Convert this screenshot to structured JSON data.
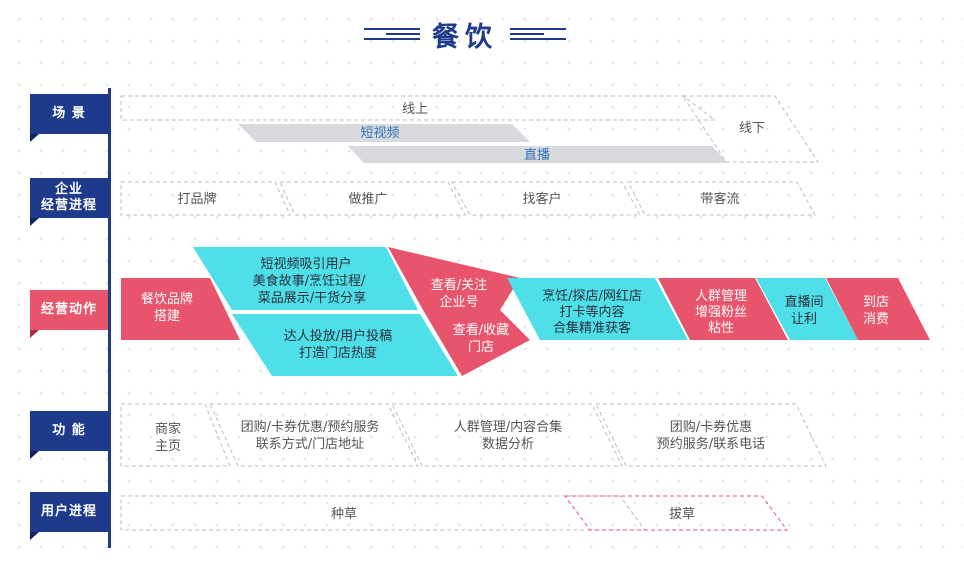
{
  "title": "餐饮",
  "rows": {
    "scene": "场 景",
    "process": "企业\n经营进程",
    "actions": "经营动作",
    "features": "功 能",
    "user": "用户进程"
  },
  "scene": {
    "online": "线上",
    "offline": "线下",
    "short_video": "短视频",
    "live": "直播"
  },
  "process_steps": [
    "打品牌",
    "做推广",
    "找客户",
    "带客流"
  ],
  "actions": {
    "brand": [
      "餐饮品牌",
      "搭建"
    ],
    "short_video_top": [
      "短视频吸引用户",
      "美食故事/烹饪过程/",
      "菜品展示/干货分享"
    ],
    "short_video_bottom": [
      "达人投放/用户投稿",
      "打造门店热度"
    ],
    "view_top": [
      "查看/关注",
      "企业号"
    ],
    "view_bottom": [
      "查看/收藏",
      "门店"
    ],
    "content": [
      "烹饪/探店/网红店",
      "打卡等内容",
      "合集精准获客"
    ],
    "crowd": [
      "人群管理",
      "增强粉丝",
      "粘性"
    ],
    "live_deal": [
      "直播间",
      "让利"
    ],
    "store": [
      "到店",
      "消费"
    ]
  },
  "features": {
    "home": [
      "商家",
      "主页"
    ],
    "f1": [
      "团购/卡券优惠/预约服务",
      "联系方式/门店地址"
    ],
    "f2": [
      "人群管理/内容合集",
      "数据分析"
    ],
    "f3": [
      "团购/卡券优惠",
      "预约服务/联系电话"
    ]
  },
  "user_process": {
    "seed": "种草",
    "pull": "拔草"
  },
  "colors": {
    "navy": "#1e3a8a",
    "pink": "#e8546b",
    "cyan": "#4fdfe8",
    "gray_band": "#d9dadd",
    "dash": "#b9bcc4"
  }
}
